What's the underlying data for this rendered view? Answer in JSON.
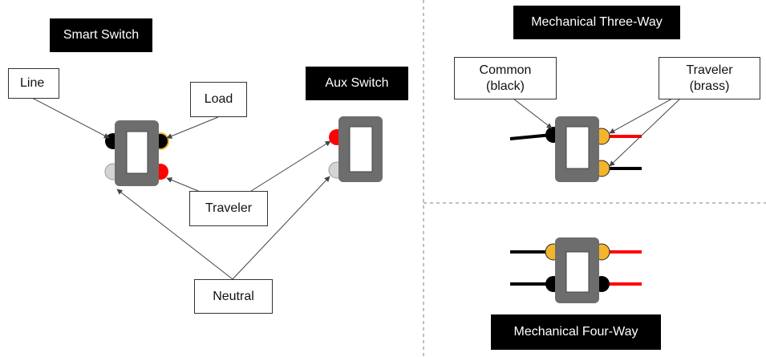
{
  "colors": {
    "switch_body": "#6d6d6d",
    "switch_paddle": "#ffffff",
    "terminal_black": "#000000",
    "terminal_red": "#ff0000",
    "terminal_brass": "#f3b52c",
    "terminal_gray": "#d4d4d4",
    "wire_black": "#000000",
    "wire_red": "#ff0000",
    "divider": "#aaaaaa"
  },
  "smart_switch": {
    "title": "Smart Switch",
    "labels": {
      "line": "Line",
      "load": "Load",
      "traveler": "Traveler",
      "neutral": "Neutral"
    }
  },
  "aux_switch": {
    "title": "Aux Switch"
  },
  "three_way": {
    "title": "Mechanical Three-Way",
    "common": {
      "line1": "Common",
      "line2": "(black)"
    },
    "traveler": {
      "line1": "Traveler",
      "line2": "(brass)"
    }
  },
  "four_way": {
    "title": "Mechanical Four-Way"
  }
}
